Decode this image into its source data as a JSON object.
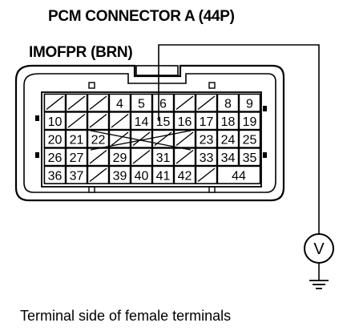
{
  "title": "PCM CONNECTOR A (44P)",
  "wire_label": "IMOFPR (BRN)",
  "caption": "Terminal side of female terminals",
  "meter_symbol": "V",
  "meter_icon": "voltmeter-icon",
  "ground_icon": "ground-icon",
  "rows": [
    [
      {
        "t": ""
      },
      {
        "t": ""
      },
      {
        "t": ""
      },
      {
        "t": "4"
      },
      {
        "t": "5"
      },
      {
        "t": "6"
      },
      {
        "t": ""
      },
      {
        "t": ""
      },
      {
        "t": "8"
      },
      {
        "t": "9"
      }
    ],
    [
      {
        "t": "10"
      },
      {
        "t": ""
      },
      {
        "t": ""
      },
      {
        "t": ""
      },
      {
        "t": "14"
      },
      {
        "t": "15"
      },
      {
        "t": "16"
      },
      {
        "t": "17"
      },
      {
        "t": "18"
      },
      {
        "t": "19"
      }
    ],
    [
      {
        "t": "20"
      },
      {
        "t": "21"
      },
      {
        "t": "22"
      },
      {
        "t": ""
      },
      {
        "t": ""
      },
      {
        "t": ""
      },
      {
        "t": ""
      },
      {
        "t": "23"
      },
      {
        "t": "24"
      },
      {
        "t": "25"
      }
    ],
    [
      {
        "t": "26"
      },
      {
        "t": "27"
      },
      {
        "t": ""
      },
      {
        "t": "29"
      },
      {
        "t": ""
      },
      {
        "t": "31"
      },
      {
        "t": ""
      },
      {
        "t": "33"
      },
      {
        "t": "34"
      },
      {
        "t": "35"
      }
    ],
    [
      {
        "t": "36"
      },
      {
        "t": "37"
      },
      {
        "t": ""
      },
      {
        "t": "39"
      },
      {
        "t": "40"
      },
      {
        "t": "41"
      },
      {
        "t": "42"
      },
      {
        "t": ""
      },
      {
        "t": "44"
      }
    ]
  ]
}
